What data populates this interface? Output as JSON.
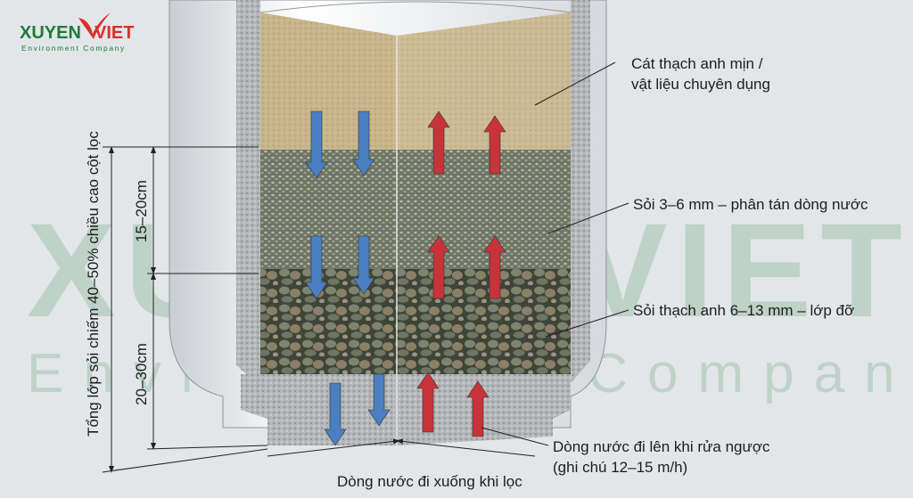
{
  "logo": {
    "brand_left": "XUYEN",
    "brand_right": "VIET",
    "tagline": "Environment Company",
    "green": "#1f7a3a",
    "red": "#d9302b"
  },
  "watermark": {
    "brand": "XUYEN VIET",
    "tagline": "Environment Company"
  },
  "layers": [
    {
      "name": "sand",
      "label_line1": "Cát thạch anh mịn /",
      "label_line2": "vật liệu chuyên dụng",
      "color": "#c8b48a"
    },
    {
      "name": "fine-gravel",
      "label": "Sỏi 3–6 mm – phân tán dòng nước",
      "color": "#8d9384"
    },
    {
      "name": "coarse-gravel",
      "label": "Sỏi thạch anh 6–13 mm – lớp đỡ",
      "color": "#6f7563"
    }
  ],
  "dimensions": {
    "total": "Tổng lớp sỏi chiếm 40–50% chiều cao cột lọc",
    "upper": "15–20cm",
    "lower": "20–30cm"
  },
  "flows": {
    "down": "Dòng nước đi xuống khi lọc",
    "up_line1": "Dòng nước đi lên khi rửa ngược",
    "up_line2": "(ghi chú 12–15 m/h)",
    "down_color": "#4a7fc1",
    "up_color": "#c8333a"
  }
}
